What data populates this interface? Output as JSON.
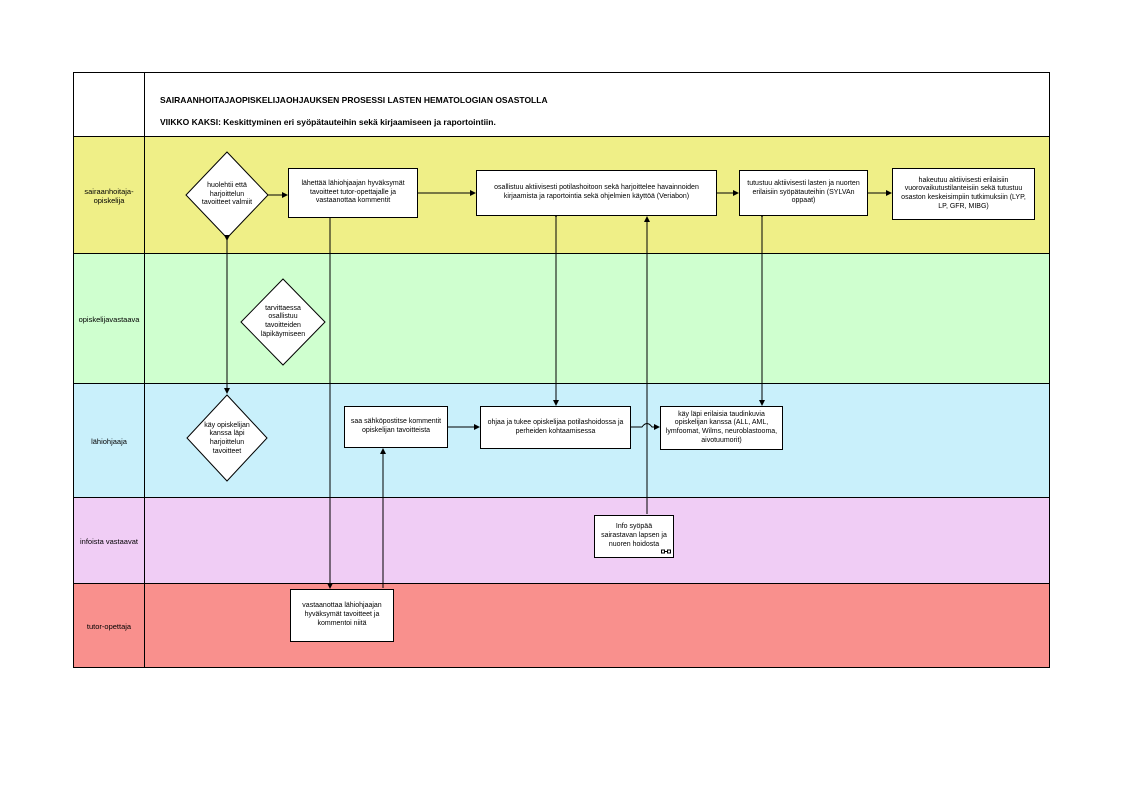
{
  "title": "SAIRAANHOITAJAOPISKELIJAOHJAUKSEN PROSESSI LASTEN HEMATOLOGIAN OSASTOLLA",
  "subtitle": "VIIKKO KAKSI: Keskittyminen eri syöpätauteihin sekä kirjaamiseen ja raportointiin.",
  "lanes": [
    {
      "label": "sairaanhoitaja-\nopiskelija",
      "color": "#efef87"
    },
    {
      "label": "opiskelijavastaava",
      "color": "#cfffcf"
    },
    {
      "label": "lähiohjaaja",
      "color": "#c9f0fb"
    },
    {
      "label": "infoista vastaavat",
      "color": "#f0cdf5"
    },
    {
      "label": "tutor-opettaja",
      "color": "#f9908d"
    }
  ],
  "nodes": {
    "d1": "huolehtii että harjoittelun tavoitteet valmiit",
    "b1": "lähettää lähiohjaajan hyväksymät tavoitteet tutor-opettajalle ja vastaanottaa kommentit",
    "b2": "osallistuu aktiivisesti potilashoitoon sekä harjoittelee havainnoiden kirjaamista ja raportointia sekä ohjelmien käyttöä (Veriabon)",
    "b3": "tutustuu aktiivisesti lasten ja nuorten erilaisiin syöpätauteihin (SYLVAn oppaat)",
    "b4": "hakeutuu aktiivisesti erilaisiin vuorovaikutustilanteisiin sekä tutustuu osaston keskeisimpiin tutkimuksiin (LYP, LP, GFR, MIBG)",
    "d2": "tarvittaessa osallistuu tavoitteiden läpikäymiseen",
    "d3": "käy opiskelijan kanssa läpi harjoittelun tavoitteet",
    "b5": "saa sähköpostitse kommentit opiskelijan tavoitteista",
    "b6": "ohjaa ja tukee opiskelijaa potilashoidossa ja perheiden kohtaamisessa",
    "b7": "käy läpi erilaisia taudinkuvia opiskelijan kanssa (ALL, AML, lymfoomat, Wilms, neuroblastooma, aivotuumorit)",
    "b8": "Info syöpää sairastavan lapsen ja nuoren hoidosta",
    "b9": "vastaanottaa lähiohjaajan hyväksymät tavoitteet ja kommentoi niitä"
  },
  "icons": {
    "b8_marker": "subprocess-marker-icon"
  }
}
